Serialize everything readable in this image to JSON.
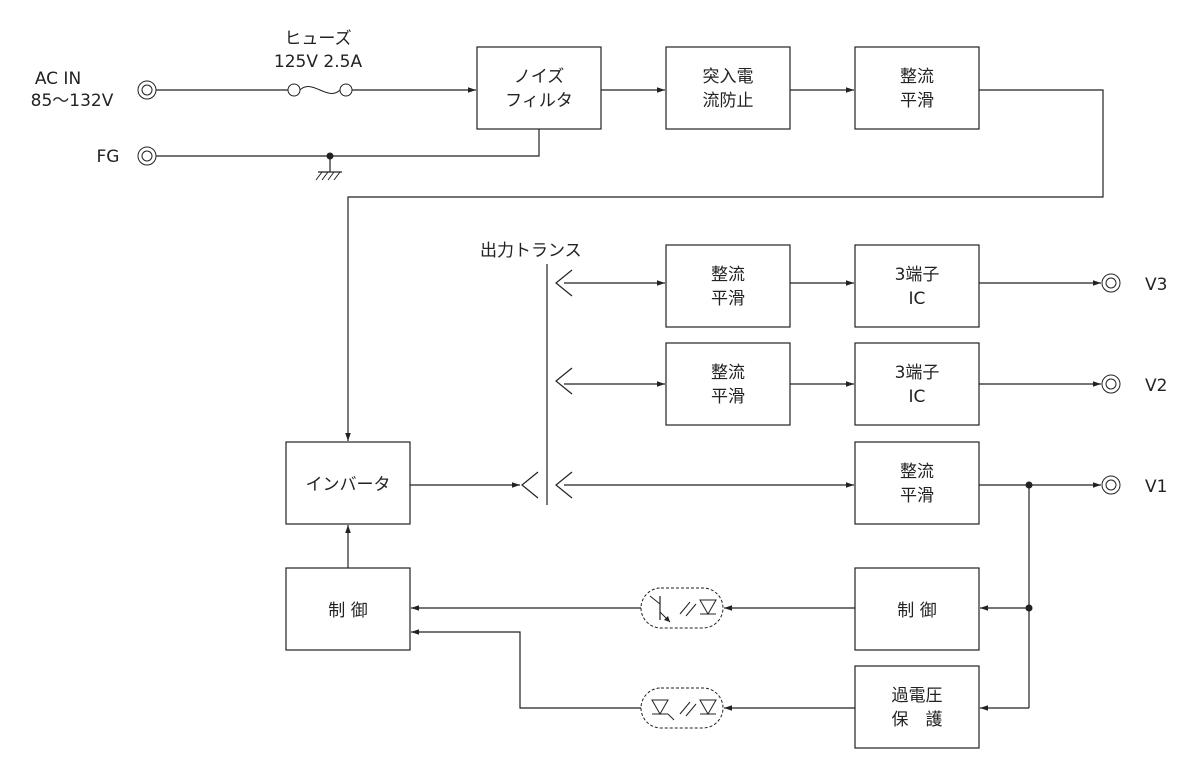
{
  "input": {
    "ac_in": "AC IN",
    "ac_range": "85～132V",
    "fg": "FG"
  },
  "fuse": {
    "name": "ヒューズ",
    "rating": "125V 2.5A"
  },
  "blocks": {
    "noise_filter": [
      "ノイズ",
      "フィルタ"
    ],
    "inrush": [
      "突入電",
      "流防止"
    ],
    "rectifier_in": [
      "整流",
      "平滑"
    ],
    "inverter": "インバータ",
    "control_left": "制 御",
    "rectifier_v3": [
      "整流",
      "平滑"
    ],
    "regulator_v3": [
      "3端子",
      "IC"
    ],
    "rectifier_v2": [
      "整流",
      "平滑"
    ],
    "regulator_v2": [
      "3端子",
      "IC"
    ],
    "rectifier_v1": [
      "整流",
      "平滑"
    ],
    "control_right": "制 御",
    "ovp": [
      "過電圧",
      "保　護"
    ]
  },
  "transformer": "出力トランス",
  "outputs": {
    "v3": "V3",
    "v2": "V2",
    "v1": "V1"
  }
}
